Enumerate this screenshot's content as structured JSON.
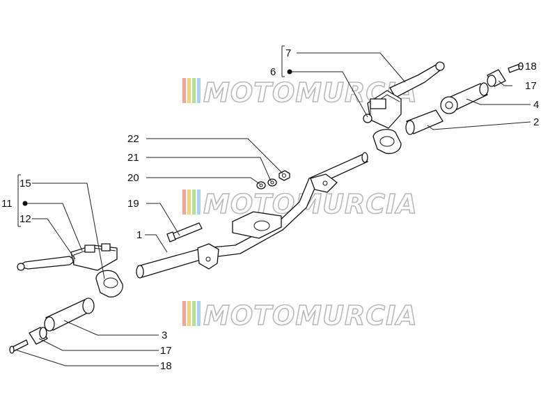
{
  "watermark": {
    "text": "MOTOMURCIA",
    "stripe_colors": [
      "#f4a3a3",
      "#f7d27a",
      "#b9e08a",
      "#a8d4f0"
    ]
  },
  "labels": {
    "p1": "1",
    "p2": "2",
    "p3": "3",
    "p4": "4",
    "p6": "6",
    "p7": "7",
    "p11": "11",
    "p12": "12",
    "p15": "15",
    "p17a": "17",
    "p17b": "17",
    "p18a": "18",
    "p18b": "18",
    "p19": "19",
    "p20": "20",
    "p21": "21",
    "p22": "22"
  }
}
